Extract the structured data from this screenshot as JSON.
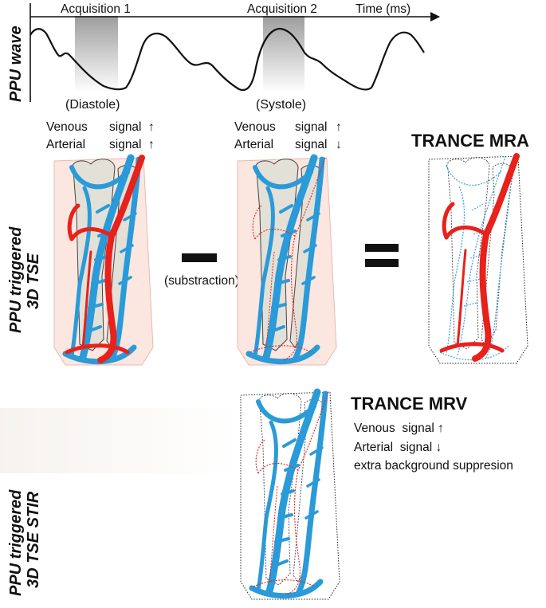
{
  "waveform": {
    "y_axis_label": "PPU wave",
    "time_label": "Time (ms)",
    "acquisition_1": "Acquisition 1",
    "acquisition_2": "Acquisition 2",
    "phase_1": "(Diastole)",
    "phase_2": "(Systole)"
  },
  "signals_acq1": {
    "line1_label": "Venous",
    "line1_word": "signal",
    "line1_arrow": "↑",
    "line2_label": "Arterial",
    "line2_word": "signal",
    "line2_arrow": "↑"
  },
  "signals_acq2": {
    "line1_label": "Venous",
    "line1_word": "signal",
    "line1_arrow": "↑",
    "line2_label": "Arterial",
    "line2_word": "signal",
    "line2_arrow": "↓"
  },
  "row1": {
    "label_line1": "PPU triggered",
    "label_line2": "3D TSE",
    "operator_minus": "-",
    "operator_caption": "(substraction)",
    "operator_equals": "=",
    "result_title": "TRANCE MRA"
  },
  "row2": {
    "label_line1": "PPU triggered",
    "label_line2": "3D TSE STIR",
    "result_title": "TRANCE MRV",
    "signal_line1": "Venous  signal ↑",
    "signal_line2": "Arterial  signal ↓",
    "signal_line3": "extra background suppresion"
  },
  "colors": {
    "vein": "#2a9ad8",
    "artery": "#e8211b",
    "skin_fill": "#fbe6e0",
    "bone_fill": "#e3e0d8",
    "gate": "#9a9a9a"
  }
}
